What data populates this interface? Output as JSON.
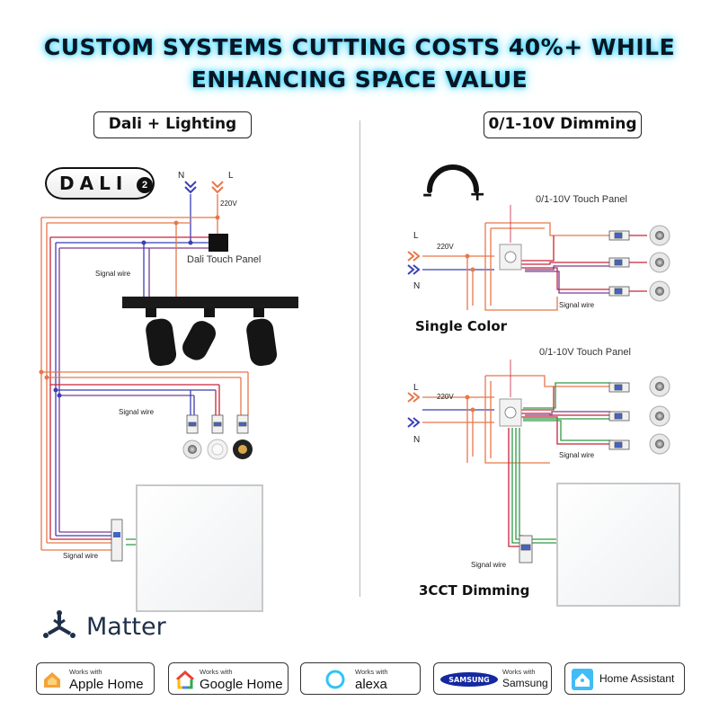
{
  "headline": {
    "line1": "CUSTOM SYSTEMS CUTTING COSTS 40%+ WHILE",
    "line2": "ENHANCING SPACE VALUE"
  },
  "left_section": {
    "title": "Dali + Lighting",
    "logo_text": "DALI",
    "logo_number": "2",
    "neutral_label": "N",
    "live_label": "L",
    "voltage": "220V",
    "touch_panel_label": "Dali Touch Panel",
    "signal_wire_labels": [
      "Signal wire",
      "Signal wire",
      "Signal wire"
    ]
  },
  "right_section": {
    "title": "0/1-10V Dimming",
    "dial_minus": "–",
    "dial_plus": "+",
    "single": {
      "panel_label": "0/1-10V Touch Panel",
      "live_label": "L",
      "neutral_label": "N",
      "voltage": "220V",
      "signal_wire": "Signal wire",
      "caption": "Single Color"
    },
    "cct": {
      "panel_label": "0/1-10V Touch Panel",
      "live_label": "L",
      "neutral_label": "N",
      "voltage": "220V",
      "signal_wire_1": "Signal wire",
      "signal_wire_2": "Signal wire",
      "caption": "3CCT Dimming"
    }
  },
  "matter": {
    "name": "Matter"
  },
  "badges": [
    {
      "works": "Works with",
      "name": "Apple Home",
      "icon": "apple-home-icon"
    },
    {
      "works": "Works with",
      "name": "Google Home",
      "icon": "google-home-icon"
    },
    {
      "works": "Works with",
      "name": "alexa",
      "icon": "alexa-icon"
    },
    {
      "works": "Works with",
      "name": "Samsung",
      "logo": "SAMSUNG",
      "icon": "samsung-icon"
    },
    {
      "works": "",
      "name": "Home Assistant",
      "icon": "home-assistant-icon"
    }
  ],
  "colors": {
    "orange_wire": "#e8774a",
    "blue_wire": "#3b3fb5",
    "red_wire": "#c8253a",
    "purple_wire": "#7a3c8c",
    "green_wire": "#2e9a45",
    "glow": "#3ad3ff"
  }
}
